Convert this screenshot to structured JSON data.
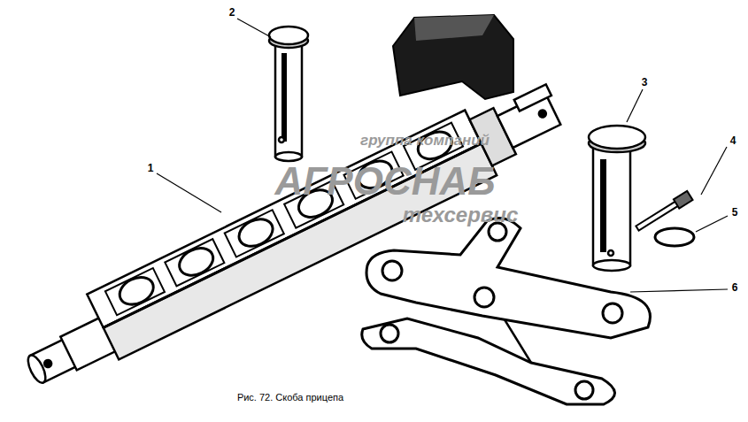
{
  "diagram": {
    "caption": "Рис. 72. Скоба прицепа",
    "labels": [
      "1",
      "2",
      "3",
      "4",
      "5",
      "6",
      "группа компаний",
      "АГРОСНАБ",
      "техсервис"
    ]
  }
}
